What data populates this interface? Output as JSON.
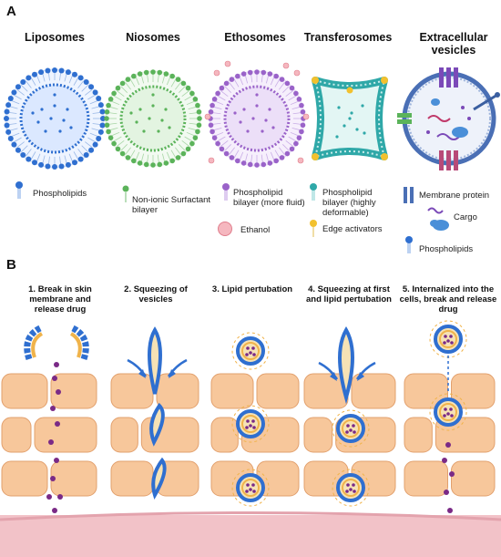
{
  "panel_a": {
    "letter": "A",
    "vesicles": [
      {
        "id": "liposomes",
        "title": "Liposomes",
        "color": "#2f6fd0"
      },
      {
        "id": "niosomes",
        "title": "Niosomes",
        "color": "#5bb35a"
      },
      {
        "id": "ethosomes",
        "title": "Ethosomes",
        "color": "#9a63c9"
      },
      {
        "id": "transferosomes",
        "title": "Transferosomes",
        "color": "#2fa8a8"
      },
      {
        "id": "extracellular",
        "title": "Extracellular vesicles",
        "color": "#4a6fb5"
      }
    ],
    "legend": {
      "phospholipids": "Phospholipids",
      "nonionic": "Non-ionic Surfactant bilayer",
      "phospholipid_fluid": "Phospholipid bilayer (more fluid)",
      "ethanol": "Ethanol",
      "phospholipid_deformable": "Phospholipid bilayer (highly deformable)",
      "edge_activators": "Edge activators",
      "membrane_protein": "Membrane protein",
      "cargo": "Cargo",
      "ev_phospholipids": "Phospholipids"
    }
  },
  "panel_b": {
    "letter": "B",
    "steps": [
      "1.  Break in skin membrane and release drug",
      "2. Squeezing of vesicles",
      "3.  Lipid pertubation",
      "4. Squeezing at first and lipid pertubation",
      "5. Internalized into the cells, break and release drug"
    ]
  },
  "colors": {
    "cell": "#f7c79b",
    "cell_stroke": "#e2a06d",
    "skin_bottom": "#f2c2c8",
    "lipid_blue": "#2f6fd0",
    "lipid_orange": "#f0b34a",
    "drug": "#7a2a86"
  }
}
